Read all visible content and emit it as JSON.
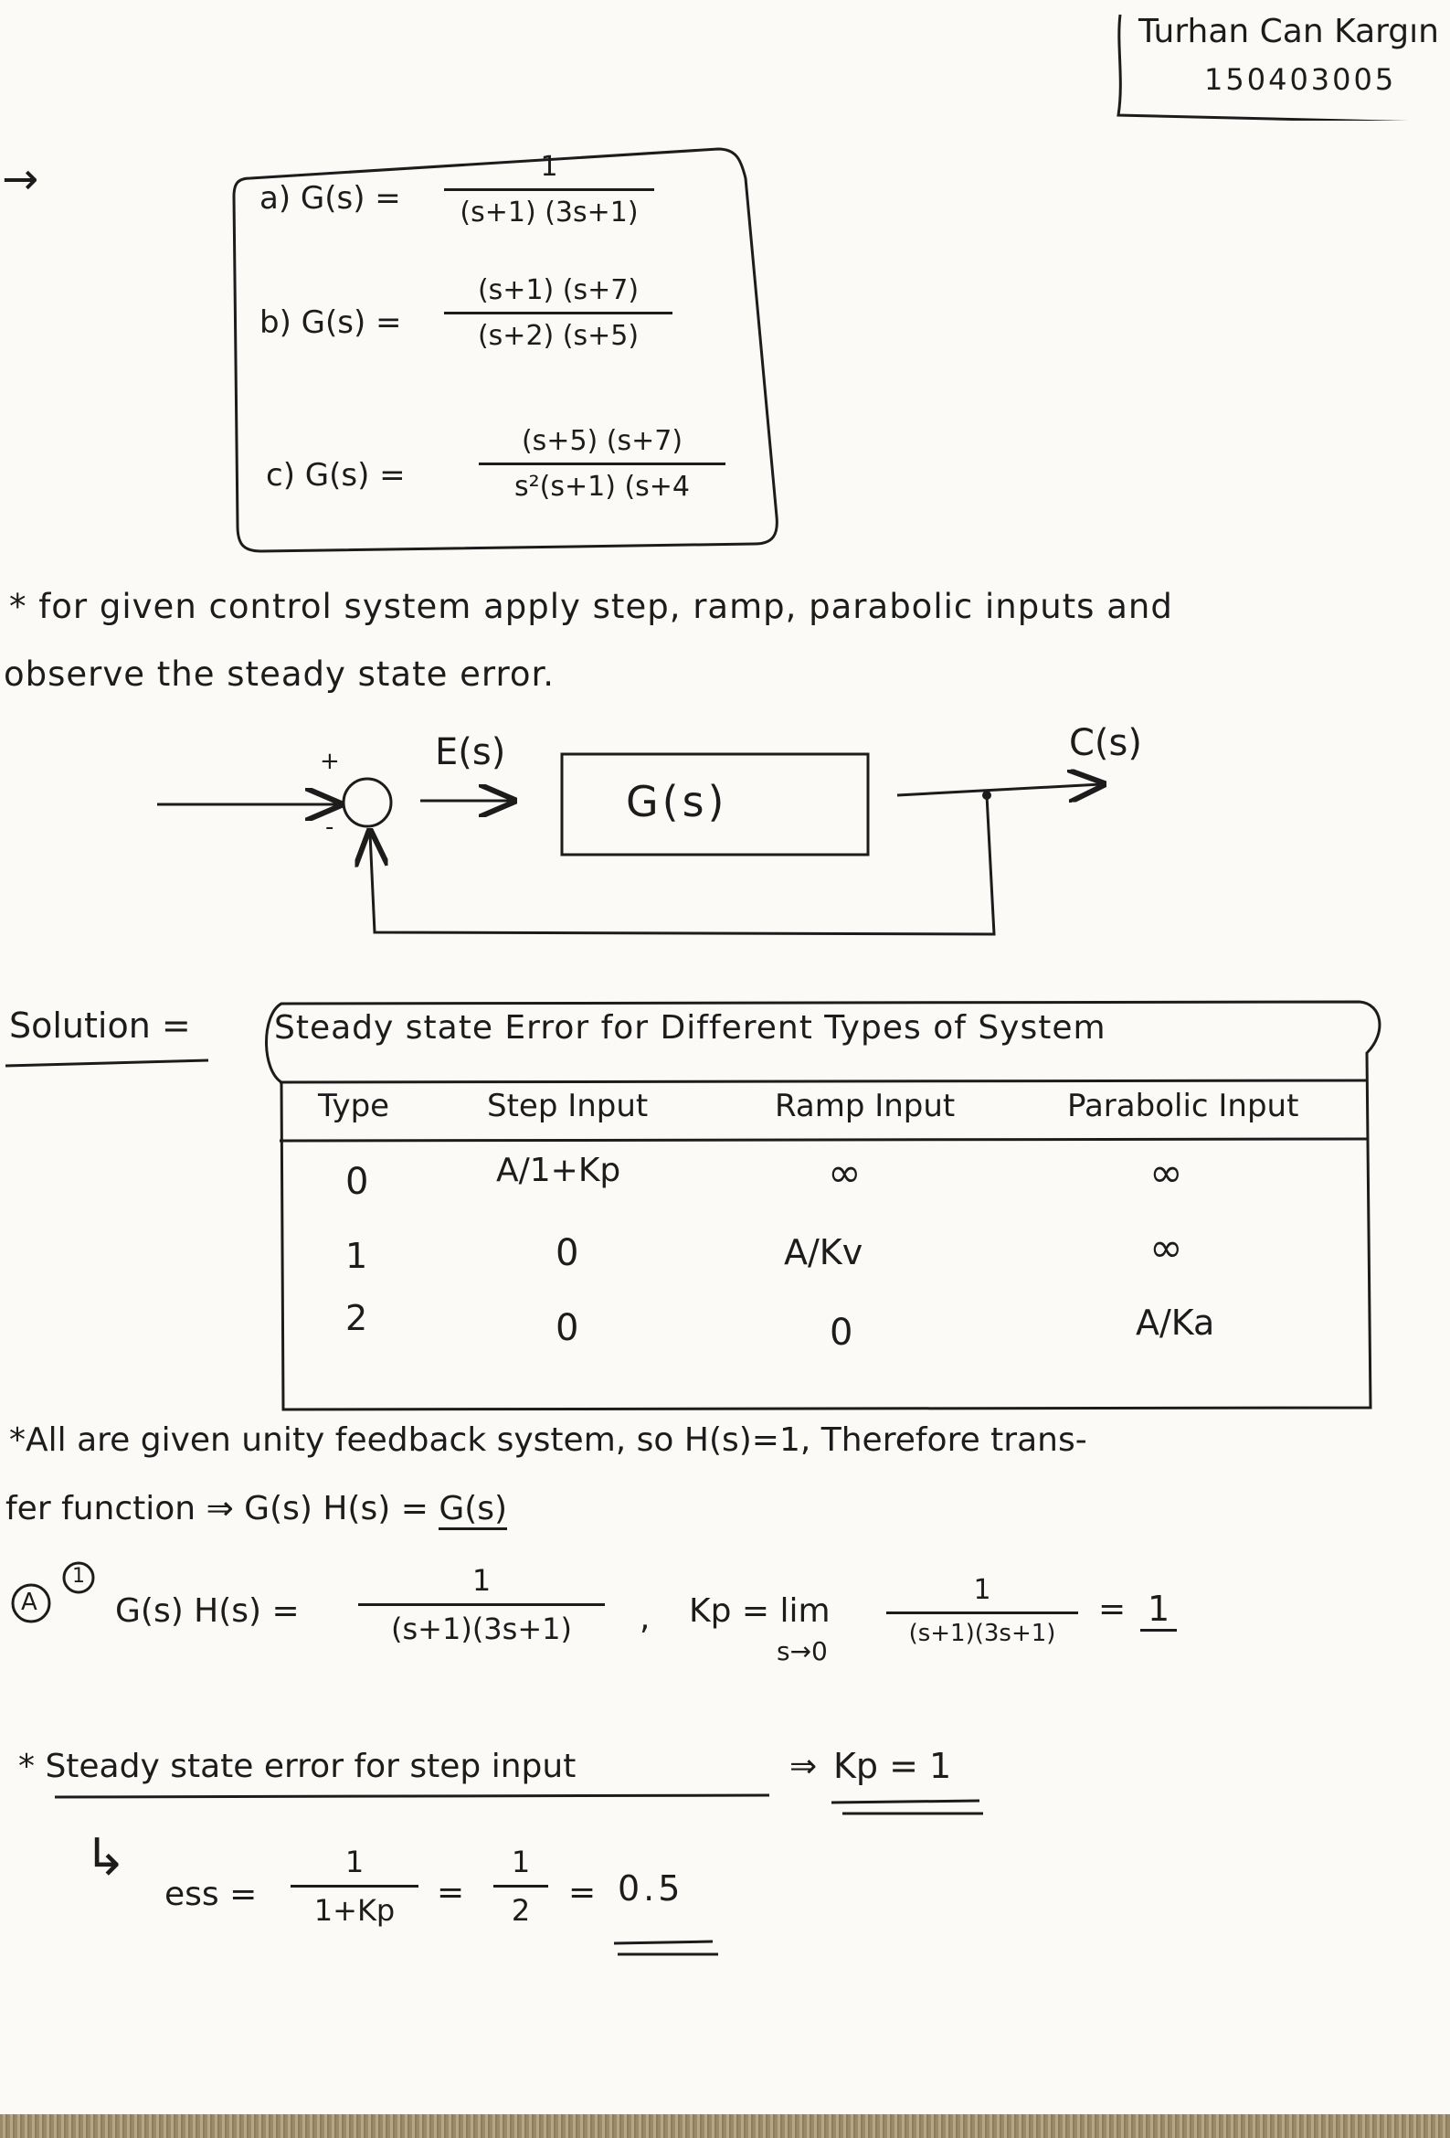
{
  "author": {
    "name": "Turhan Can Kargın",
    "id": "150403005"
  },
  "problem": {
    "arrow": "→",
    "items": [
      {
        "label": "a) G(s) =",
        "num": "1",
        "den": "(s+1) (3s+1)"
      },
      {
        "label": "b) G(s) =",
        "num": "(s+1) (s+7)",
        "den": "(s+2) (s+5)"
      },
      {
        "label": "c) G(s) =",
        "num": "(s+5) (s+7)",
        "den": "s²(s+1) (s+4"
      }
    ],
    "instruction_line1": "* for given control system apply step, ramp, parabolic inputs and",
    "instruction_line2": "observe the steady state error."
  },
  "block_diagram": {
    "error_label": "E(s)",
    "block_label": "G(s)",
    "output_label": "C(s)",
    "plus": "+",
    "minus": "-"
  },
  "solution": {
    "label": "Solution =",
    "table": {
      "title": "Steady state Error for Different Types of System",
      "headers": [
        "Type",
        "Step Input",
        "Ramp Input",
        "Parabolic Input"
      ],
      "rows": [
        [
          "0",
          "A/1+Kp",
          "∞",
          "∞"
        ],
        [
          "1",
          "0",
          "A/Kv",
          "∞"
        ],
        [
          "2",
          "0",
          "0",
          "A/Ka"
        ]
      ]
    },
    "note_line1": "*All are given unity feedback system, so H(s)=1, Therefore trans-",
    "note_line2_prefix": "fer function ⇒ G(s) H(s) = ",
    "note_line2_result": "G(s)",
    "part_a": {
      "marker": "A",
      "sub_marker": "1",
      "lhs": "G(s) H(s) =",
      "num": "1",
      "den": "(s+1)(3s+1)",
      "comma": ",",
      "kp_label": "Kp = lim",
      "kp_limit": "s→0",
      "kp_num": "1",
      "kp_den": "(s+1)(3s+1)",
      "kp_equals": "=",
      "kp_result": "1"
    },
    "step_line": "* Steady state error for step input",
    "step_implies": "⇒",
    "step_kp": "Kp = 1",
    "ess": {
      "hook": "↳",
      "label": "ess =",
      "num1": "1",
      "den1": "1+Kp",
      "eq1": "=",
      "num2": "1",
      "den2": "2",
      "eq2": "=",
      "result": "0.5"
    }
  }
}
